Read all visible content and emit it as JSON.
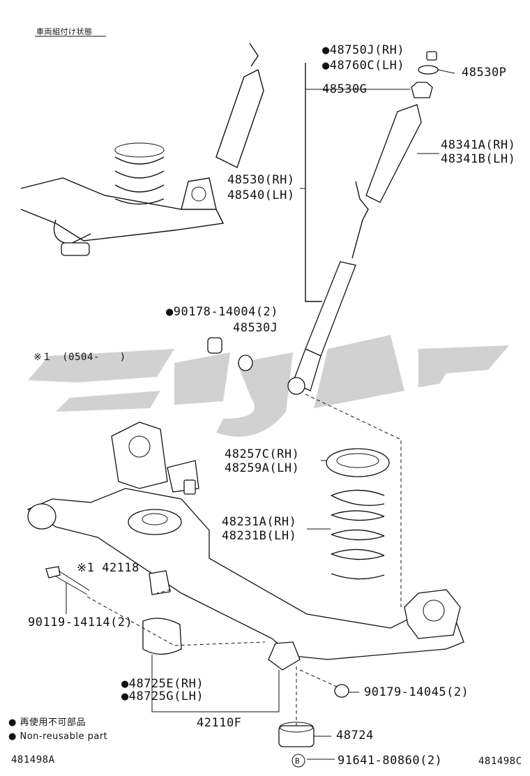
{
  "header_note": "車両組付け状態",
  "labels": {
    "p48750J": "●48750J(RH)",
    "p48760C": "●48760C(LH)",
    "p48530P": "48530P",
    "p48530G": "48530G",
    "p48341A": "48341A(RH)",
    "p48341B": "48341B(LH)",
    "p48530RH": "48530(RH)",
    "p48540LH": "48540(LH)",
    "p90178": "●90178-14004(2)",
    "p48530J": "48530J",
    "note1": "※１　(0504-　　)",
    "p48257C": "48257C(RH)",
    "p48259A": "48259A(LH)",
    "p48231A": "48231A(RH)",
    "p48231B": "48231B(LH)",
    "p42118": "※1 42118",
    "p90119": "90119-14114(2)",
    "p48725E": "●48725E(RH)",
    "p48725G": "●48725G(LH)",
    "p42110F": "42110F",
    "p90179": "90179-14045(2)",
    "p48724": "48724",
    "p91641": "91641-80860(2)",
    "b_marker": "B"
  },
  "legend": {
    "jp": "● 再使用不可部品",
    "en": "● Non-reusable part"
  },
  "footer": {
    "left_code": "481498A",
    "right_code": "481498C"
  }
}
